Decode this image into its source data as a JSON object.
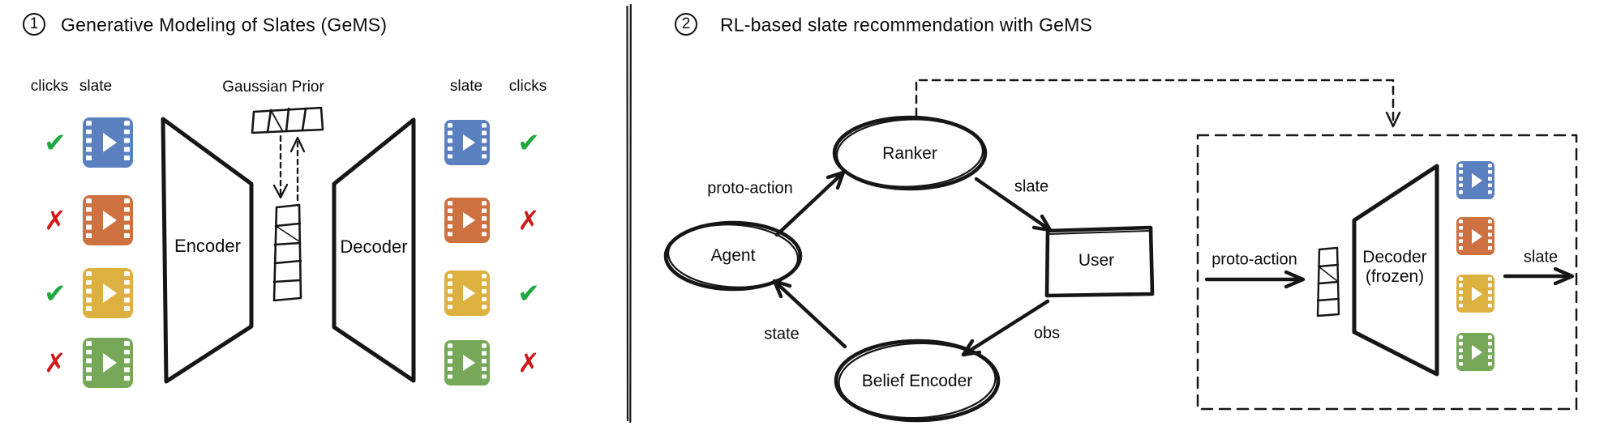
{
  "panel1": {
    "badge": "1",
    "title": "Generative Modeling of Slates (GeMS)",
    "col_clicks": "clicks",
    "col_slate": "slate",
    "gaussian_prior": "Gaussian Prior",
    "encoder": "Encoder",
    "decoder": "Decoder",
    "rows": [
      {
        "click": "✔",
        "click_color": "#1fa83d",
        "slate_color": "#5b80c0"
      },
      {
        "click": "✗",
        "click_color": "#ce1a1a",
        "slate_color": "#cd7140"
      },
      {
        "click": "✔",
        "click_color": "#1fa83d",
        "slate_color": "#ddb140"
      },
      {
        "click": "✗",
        "click_color": "#ce1a1a",
        "slate_color": "#77a85a"
      }
    ]
  },
  "panel2": {
    "badge": "2",
    "title": "RL-based slate recommendation with GeMS",
    "nodes": {
      "ranker": "Ranker",
      "agent": "Agent",
      "user": "User",
      "belief": "Belief Encoder"
    },
    "edges": {
      "proto_action": "proto-action",
      "slate": "slate",
      "obs": "obs",
      "state": "state"
    },
    "box": {
      "proto_action": "proto-action",
      "decoder_l1": "Decoder",
      "decoder_l2": "(frozen)",
      "slate": "slate",
      "slates": [
        {
          "color": "#5b80c0"
        },
        {
          "color": "#cd7140"
        },
        {
          "color": "#ddb140"
        },
        {
          "color": "#77a85a"
        }
      ]
    }
  }
}
